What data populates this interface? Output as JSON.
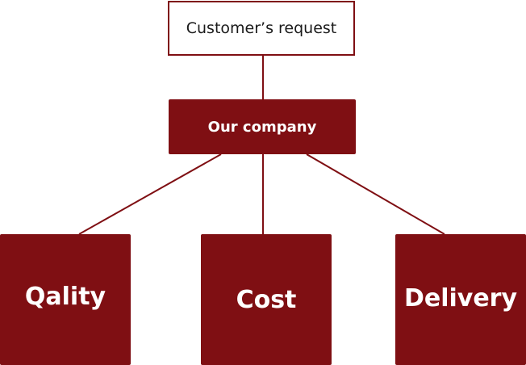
{
  "diagram": {
    "top_node": {
      "label": "Customer’s request"
    },
    "middle_node": {
      "label": "Our company"
    },
    "bottom_nodes": [
      {
        "label": "Qality"
      },
      {
        "label": "Cost"
      },
      {
        "label": "Delivery"
      }
    ]
  },
  "colors": {
    "primary": "#7f0f13",
    "background": "#ffffff",
    "text_dark": "#1a1a1a"
  }
}
